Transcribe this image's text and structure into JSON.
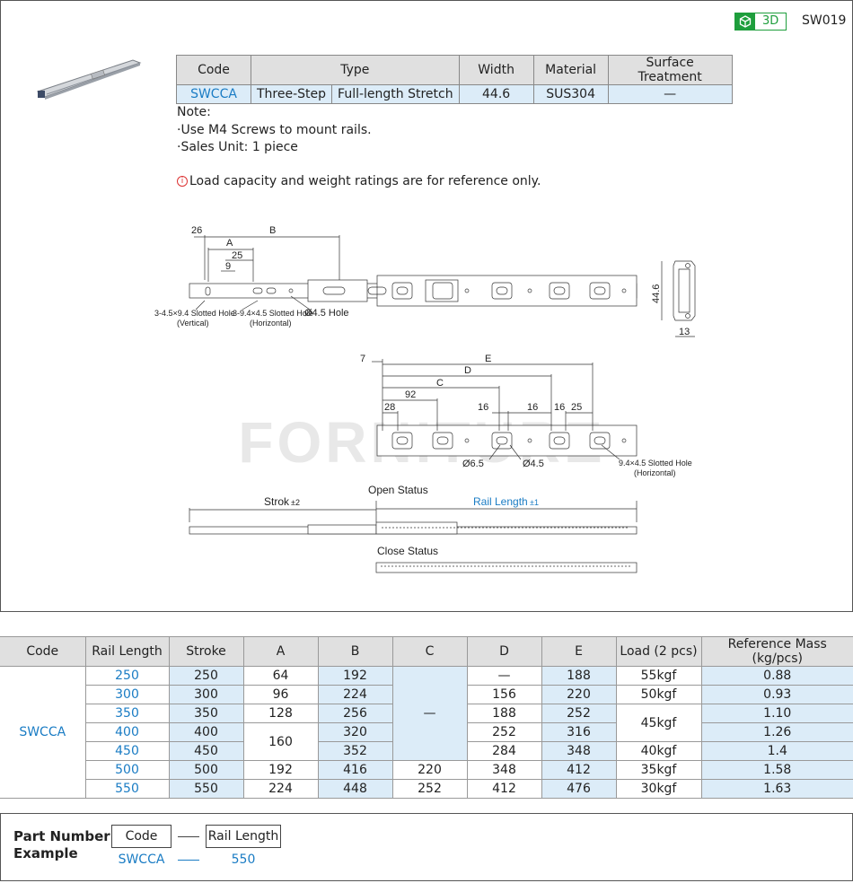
{
  "header": {
    "badge_3d": "3D",
    "sku": "SW019"
  },
  "spec": {
    "headers": [
      "Code",
      "Type",
      "Width",
      "Material",
      "Surface Treatment"
    ],
    "code": "SWCCA",
    "type_a": "Three-Step",
    "type_b": "Full-length Stretch",
    "width": "44.6",
    "material": "SUS304",
    "surface": "—"
  },
  "notes": {
    "title": "Note:",
    "items": [
      "·Use M4  Screws to mount rails.",
      "·Sales Unit: 1 piece"
    ]
  },
  "warning": {
    "icon": "i",
    "text": "Load capacity and weight ratings are for reference only."
  },
  "drawing": {
    "top_dims": {
      "d26": "26",
      "B": "B",
      "A": "A",
      "d25": "25",
      "d9": "9",
      "h446": "44.6",
      "w13": "13"
    },
    "top_labels": {
      "hole1_a": "3-4.5×9.4 Slotted Hole",
      "hole1_b": "(Vertical)",
      "hole2_a": "3-9.4×4.5 Slotted Hole",
      "hole2_b": "(Horizontal)",
      "hole3": "Ø4.5 Hole"
    },
    "mid_dims": {
      "d7": "7",
      "E": "E",
      "D": "D",
      "C": "C",
      "d92": "92",
      "d28": "28",
      "d16a": "16",
      "d16b": "16",
      "d16c": "16",
      "d25": "25",
      "o65": "Ø6.5",
      "o45": "Ø4.5"
    },
    "mid_labels": {
      "hole_a": "9.4×4.5 Slotted Hole",
      "hole_b": "(Horizontal)"
    },
    "status": {
      "open": "Open Status",
      "close": "Close Status",
      "stroke": "Strok",
      "stroke_tol": "±2",
      "rail_length": "Rail Length",
      "rail_tol": "±1"
    },
    "watermark": "FORNITURE"
  },
  "main_table": {
    "headers": [
      "Code",
      "Rail Length",
      "Stroke",
      "A",
      "B",
      "C",
      "D",
      "E",
      "Load (2 pcs)",
      "Reference Mass (kg/pcs)"
    ],
    "code": "SWCCA",
    "rows": [
      {
        "len": "250",
        "stroke": "250",
        "B": "192",
        "D": "—",
        "E": "188",
        "mass": "0.88"
      },
      {
        "len": "300",
        "stroke": "300",
        "B": "224",
        "D": "156",
        "E": "220",
        "mass": "0.93"
      },
      {
        "len": "350",
        "stroke": "350",
        "B": "256",
        "D": "188",
        "E": "252",
        "mass": "1.10"
      },
      {
        "len": "400",
        "stroke": "400",
        "B": "320",
        "D": "252",
        "E": "316",
        "mass": "1.26"
      },
      {
        "len": "450",
        "stroke": "450",
        "B": "352",
        "D": "284",
        "E": "348",
        "mass": "1.4"
      },
      {
        "len": "500",
        "stroke": "500",
        "B": "416",
        "D": "348",
        "E": "412",
        "mass": "1.58"
      },
      {
        "len": "550",
        "stroke": "550",
        "B": "448",
        "D": "412",
        "E": "476",
        "mass": "1.63"
      }
    ],
    "A": {
      "r0": "64",
      "r1": "96",
      "r2": "128",
      "r34": "160",
      "r5": "192",
      "r6": "224"
    },
    "C": {
      "r04": "—",
      "r5": "220",
      "r6": "252"
    },
    "load": {
      "r0": "55kgf",
      "r1": "50kgf",
      "r23": "45kgf",
      "r4": "40kgf",
      "r5": "35kgf",
      "r6": "30kgf"
    }
  },
  "part_number": {
    "title_a": "Part Number",
    "title_b": "Example",
    "code_label": "Code",
    "len_label": "Rail Length",
    "code_value": "SWCCA",
    "len_value": "550"
  }
}
